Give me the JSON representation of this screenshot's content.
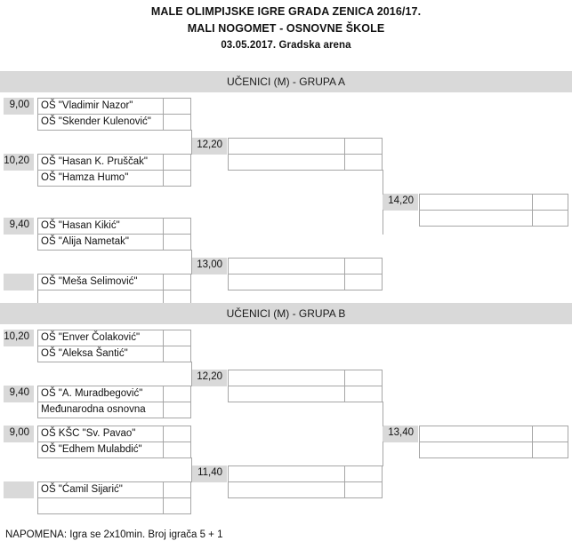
{
  "header": {
    "line1": "MALE OLIMPIJSKE IGRE GRADA ZENICA 2016/17.",
    "line2": "MALI NOGOMET - OSNOVNE ŠKOLE",
    "line3": "03.05.2017. Gradska arena"
  },
  "groups": [
    {
      "id": "a",
      "title": "UČENICI (M) - GRUPA A",
      "quarterfinals": [
        {
          "time": "9,00",
          "teams": [
            "OŠ \"Vladimir Nazor\"",
            "OŠ \"Skender Kulenović\""
          ],
          "scores": [
            "",
            ""
          ]
        },
        {
          "time": "10,20",
          "teams": [
            "OŠ \"Hasan K. Pruščak\"",
            "OŠ \"Hamza Humo\""
          ],
          "scores": [
            "",
            ""
          ]
        },
        {
          "time": "9,40",
          "teams": [
            "OŠ \"Hasan Kikić\"",
            "OŠ \"Alija Nametak\""
          ],
          "scores": [
            "",
            ""
          ]
        },
        {
          "time": "",
          "teams": [
            "OŠ \"Meša Selimović\"",
            ""
          ],
          "scores": [
            "",
            ""
          ]
        }
      ],
      "semifinals": [
        {
          "time": "12,20",
          "teams": [
            "",
            ""
          ],
          "scores": [
            "",
            ""
          ]
        },
        {
          "time": "13,00",
          "teams": [
            "",
            ""
          ],
          "scores": [
            "",
            ""
          ]
        }
      ],
      "final": {
        "time": "14,20",
        "teams": [
          "",
          ""
        ],
        "scores": [
          "",
          ""
        ]
      }
    },
    {
      "id": "b",
      "title": "UČENICI (M) - GRUPA B",
      "quarterfinals": [
        {
          "time": "10,20",
          "teams": [
            "OŠ \"Enver Čolaković\"",
            "OŠ \"Aleksa Šantić\""
          ],
          "scores": [
            "",
            ""
          ]
        },
        {
          "time": "9,40",
          "teams": [
            "OŠ \"A. Muradbegović\"",
            "Međunarodna osnovna"
          ],
          "scores": [
            "",
            ""
          ]
        },
        {
          "time": "9,00",
          "teams": [
            "OŠ KŠC \"Sv. Pavao\"",
            "OŠ \"Edhem Mulabdić\""
          ],
          "scores": [
            "",
            ""
          ]
        },
        {
          "time": "",
          "teams": [
            "OŠ \"Ćamil Sijarić\"",
            ""
          ],
          "scores": [
            "",
            ""
          ]
        }
      ],
      "semifinals": [
        {
          "time": "12,20",
          "teams": [
            "",
            ""
          ],
          "scores": [
            "",
            ""
          ]
        },
        {
          "time": "11,40",
          "teams": [
            "",
            ""
          ],
          "scores": [
            "",
            ""
          ]
        }
      ],
      "final": {
        "time": "13,40",
        "teams": [
          "",
          ""
        ],
        "scores": [
          "",
          ""
        ]
      }
    }
  ],
  "footer": {
    "note": "NAPOMENA: Igra se 2x10min. Broj igrača 5 + 1"
  },
  "colors": {
    "gray_fill": "#d9d9d9",
    "border": "#a6a6a6",
    "text": "#111111",
    "background": "#ffffff"
  }
}
